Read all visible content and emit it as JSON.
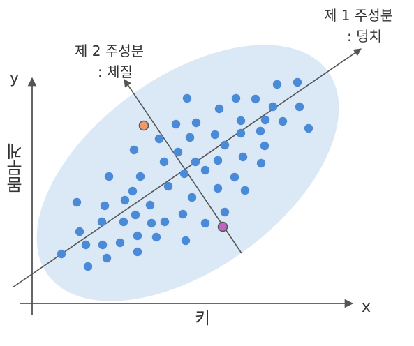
{
  "labels": {
    "pc1_title": "제 1 주성분",
    "pc1_subtitle": ": 덩치",
    "pc2_title": "제 2 주성분",
    "pc2_subtitle": ": 체질",
    "y_axis_letter": "y",
    "x_axis_letter": "x",
    "y_axis_title": "몸무게",
    "x_axis_title": "키"
  },
  "colors": {
    "ellipse_fill": "#dbe8f6",
    "point": "#4a8ad6",
    "axis": "#555555",
    "highlight_orange": "#f09a6c",
    "highlight_purple": "#c064c4"
  }
}
